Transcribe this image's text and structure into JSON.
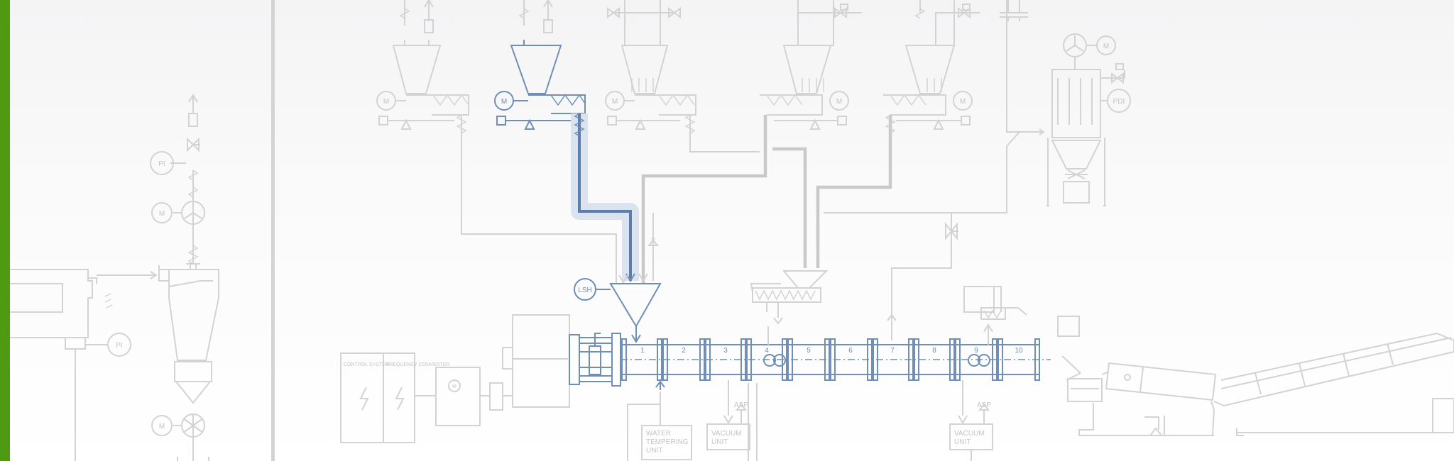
{
  "colors": {
    "accent": "#4e9a12",
    "highlight": "#6f8fb8",
    "highlight_glow": "#dbe4ee",
    "inactive": "#d3d3d3"
  },
  "instruments": {
    "pi_top": "PI",
    "pi_bottom": "PI",
    "pdi": "PDI",
    "lsh": "LSH",
    "motor": "M"
  },
  "panels": {
    "control_system": "CONTROL SYSTEM",
    "frequency_converter": "FREQUENCY CONVERTER"
  },
  "units": {
    "water_tempering": [
      "WATER",
      "TEMPERING",
      "UNIT"
    ],
    "vacuum_1": [
      "VACUUM",
      "UNIT"
    ],
    "vacuum_2": [
      "VACUUM",
      "UNIT"
    ],
    "asp_1": "ASP",
    "asp_2": "ASP"
  },
  "extruder": {
    "segments": [
      "1",
      "2",
      "3",
      "4",
      "5",
      "6",
      "7",
      "8",
      "9",
      "10"
    ]
  },
  "icons": [
    "motor-icon",
    "fan-icon",
    "valve-icon",
    "lightning-icon",
    "screw-conveyor-icon"
  ]
}
